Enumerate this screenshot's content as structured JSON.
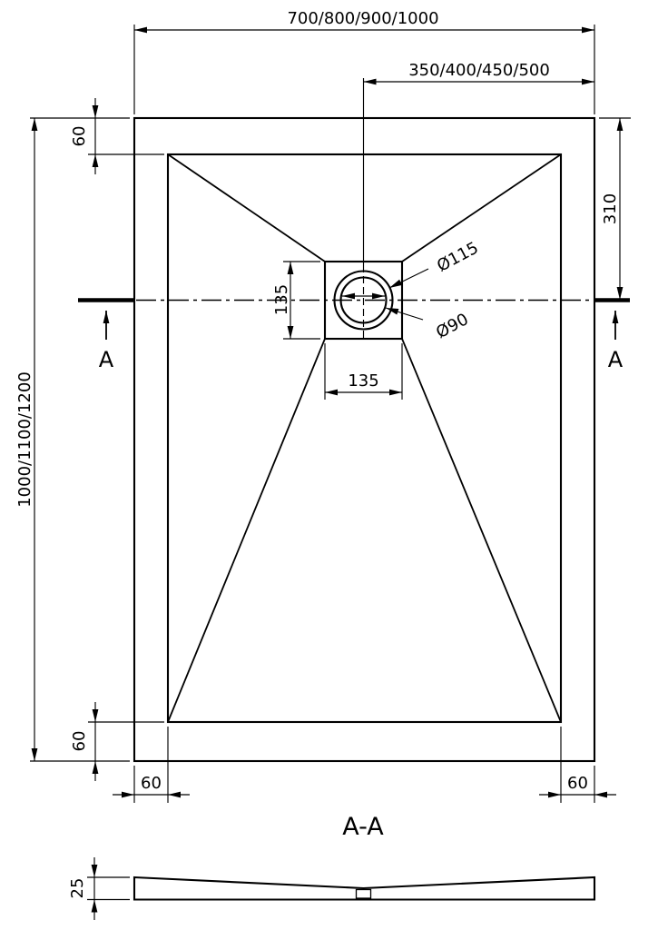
{
  "drawing": {
    "plan": {
      "overall_width": "700/800/900/1000",
      "center_to_edge": "350/400/450/500",
      "overall_length": "1000/1100/1200",
      "rim_top": "60",
      "rim_bottom": "60",
      "rim_left": "60",
      "rim_right": "60",
      "drain_from_top": "310",
      "drain_width": "135",
      "drain_height": "135",
      "dia_outer": "Ø115",
      "dia_inner": "Ø90",
      "section_left": "A",
      "section_right": "A"
    },
    "section": {
      "title": "A-A",
      "thickness": "25"
    }
  }
}
